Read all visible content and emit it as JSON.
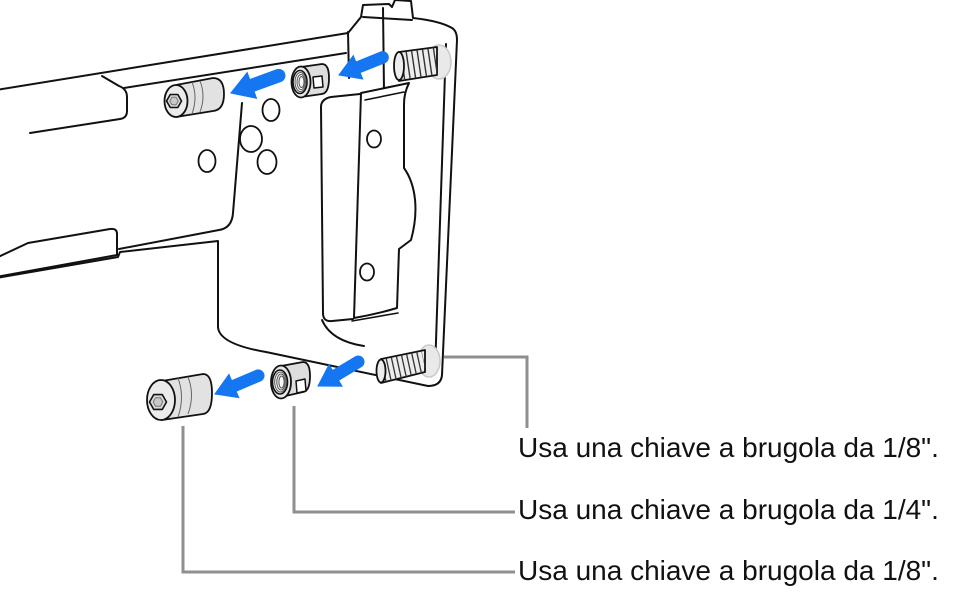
{
  "callouts": [
    {
      "text": "Usa una chiave a brugola da 1/8\"."
    },
    {
      "text": "Usa una chiave a brugola da 1/4\"."
    },
    {
      "text": "Usa una chiave a brugola da 1/8\"."
    }
  ],
  "colors": {
    "arrow_blue": "#1476F0",
    "leader_gray": "#8F8F8F",
    "outline": "#111111",
    "metal_light": "#E7E7E7",
    "background": "#FFFFFF"
  }
}
